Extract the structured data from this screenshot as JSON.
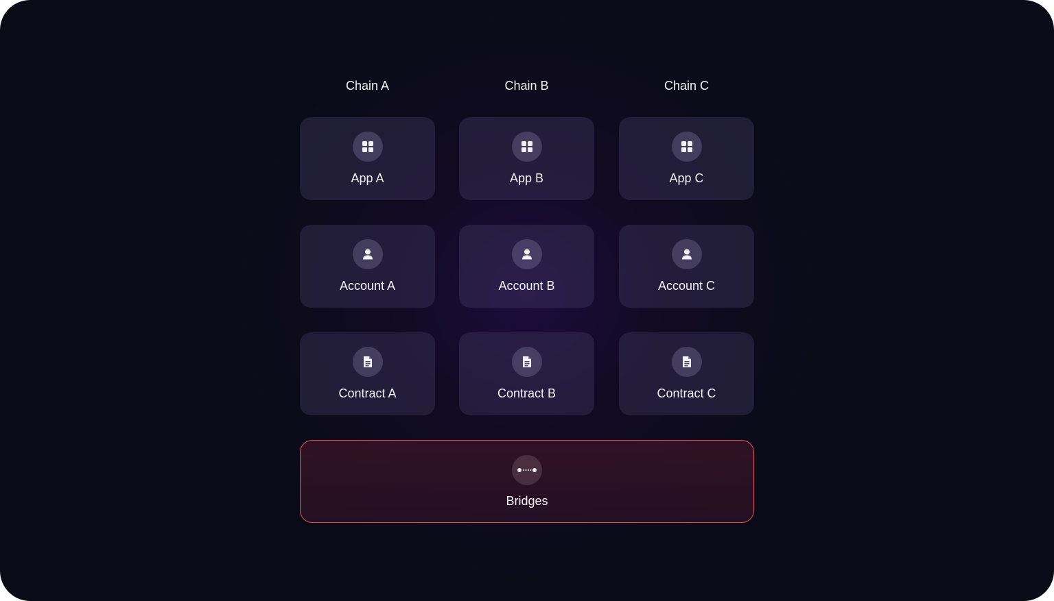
{
  "chains": [
    {
      "header": "Chain A",
      "app": {
        "label": "App A",
        "icon": "grid-icon"
      },
      "account": {
        "label": "Account A",
        "icon": "user-icon"
      },
      "contract": {
        "label": "Contract A",
        "icon": "document-icon"
      }
    },
    {
      "header": "Chain B",
      "app": {
        "label": "App B",
        "icon": "grid-icon"
      },
      "account": {
        "label": "Account B",
        "icon": "user-icon"
      },
      "contract": {
        "label": "Contract B",
        "icon": "document-icon"
      }
    },
    {
      "header": "Chain C",
      "app": {
        "label": "App C",
        "icon": "grid-icon"
      },
      "account": {
        "label": "Account C",
        "icon": "user-icon"
      },
      "contract": {
        "label": "Contract C",
        "icon": "document-icon"
      }
    }
  ],
  "bridge": {
    "label": "Bridges",
    "icon": "bridge-dots-icon"
  },
  "colors": {
    "background": "#0b0b18",
    "bridge_border": "#e0515e",
    "text": "#f2f2f6"
  }
}
